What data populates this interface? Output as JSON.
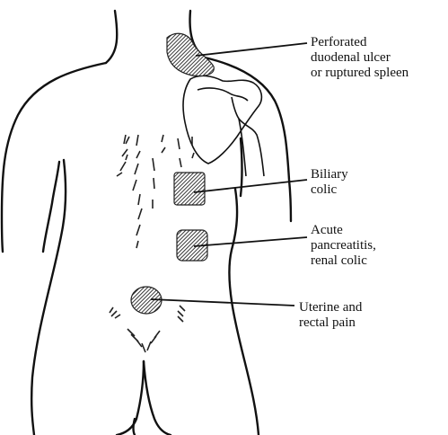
{
  "figure": {
    "ink_color": "#111111",
    "hatch_color": "#222222",
    "background": "#ffffff",
    "regions": [
      {
        "id": "shoulder",
        "lines": [
          "Perforated",
          "duodenal ulcer",
          "or ruptured spleen"
        ]
      },
      {
        "id": "biliary",
        "lines": [
          "Biliary",
          "colic"
        ]
      },
      {
        "id": "pancreas",
        "lines": [
          "Acute",
          "pancreatitis,",
          "renal colic"
        ]
      },
      {
        "id": "sacral",
        "lines": [
          "Uterine and",
          "rectal pain"
        ]
      }
    ]
  }
}
